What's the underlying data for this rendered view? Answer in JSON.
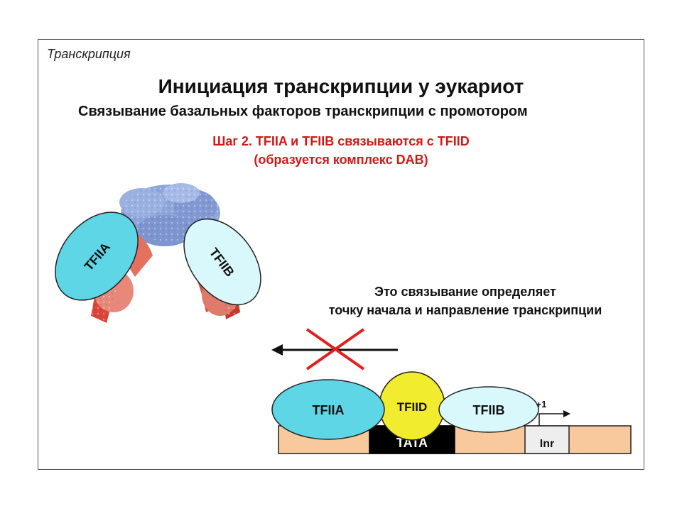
{
  "section": "Транскрипция",
  "title": "Инициация транскрипции у эукариот",
  "subtitle": "Связывание базальных факторов транскрипции с промотором",
  "step": {
    "line1": "Шаг 2. TFIIA и TFIIB связываются с TFIID",
    "line2": "(образуется комплекс DAB)"
  },
  "structure": {
    "tfiia_label": "TFIIA",
    "tfiib_label": "TFIIB"
  },
  "note": {
    "line1": "Это связывание определяет",
    "line2": "точку начала и направление транскрипции"
  },
  "dna": {
    "tata_label": "TATA",
    "inr_label": "Inr",
    "start_label": "+1"
  },
  "complex": {
    "tfiia_label": "TFIIA",
    "tfiid_label": "TFIID",
    "tfiib_label": "TFIIB"
  },
  "colors": {
    "tfiia": "#5fd6e6",
    "tfiib": "#d9f8fb",
    "tfiid": "#f2ec2e",
    "dna": "#f7c99c",
    "tata": "#000000",
    "inr": "#eeeeee",
    "cross": "#e02020",
    "step_text": "#d01818",
    "protein_blue": "#8fa6dc",
    "protein_red": "#d9463a"
  }
}
